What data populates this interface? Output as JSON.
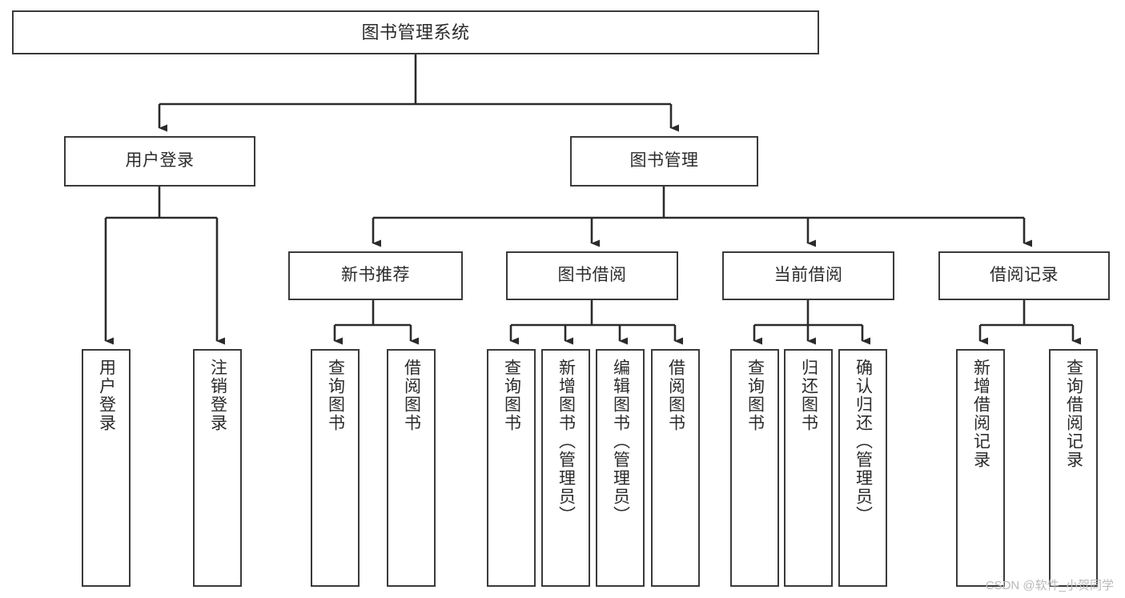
{
  "diagram": {
    "title": "图书管理系统",
    "type": "hierarchy-tree",
    "watermark": "CSDN @软件_小贺同学",
    "colors": {
      "background": "#ffffff",
      "border": "#3a3a3a",
      "text": "#2b2b2b",
      "edge": "#2b2b2b",
      "watermark": "#b9b9b9"
    },
    "nodes": {
      "root": {
        "label": "图书管理系统"
      },
      "level2": [
        {
          "id": "user-login",
          "label": "用户登录"
        },
        {
          "id": "book-management",
          "label": "图书管理"
        }
      ],
      "level3": [
        {
          "id": "new-book-recommend",
          "label": "新书推荐"
        },
        {
          "id": "book-borrow",
          "label": "图书借阅"
        },
        {
          "id": "current-borrow",
          "label": "当前借阅"
        },
        {
          "id": "borrow-record",
          "label": "借阅记录"
        }
      ],
      "leaves": {
        "user-login": [
          {
            "id": "leaf-user-login",
            "label": "用户登录"
          },
          {
            "id": "leaf-logout",
            "label": "注销登录"
          }
        ],
        "new-book-recommend": [
          {
            "id": "leaf-query-book-1",
            "label": "查询图书"
          },
          {
            "id": "leaf-borrow-book-1",
            "label": "借阅图书"
          }
        ],
        "book-borrow": [
          {
            "id": "leaf-query-book-2",
            "label": "查询图书"
          },
          {
            "id": "leaf-add-book",
            "label": "新增图书（管理员）"
          },
          {
            "id": "leaf-edit-book",
            "label": "编辑图书（管理员）"
          },
          {
            "id": "leaf-borrow-book-2",
            "label": "借阅图书"
          }
        ],
        "current-borrow": [
          {
            "id": "leaf-query-book-3",
            "label": "查询图书"
          },
          {
            "id": "leaf-return-book",
            "label": "归还图书"
          },
          {
            "id": "leaf-confirm-return",
            "label": "确认归还（管理员）"
          }
        ],
        "borrow-record": [
          {
            "id": "leaf-add-record",
            "label": "新增借阅记录"
          },
          {
            "id": "leaf-query-record",
            "label": "查询借阅记录"
          }
        ]
      }
    }
  }
}
